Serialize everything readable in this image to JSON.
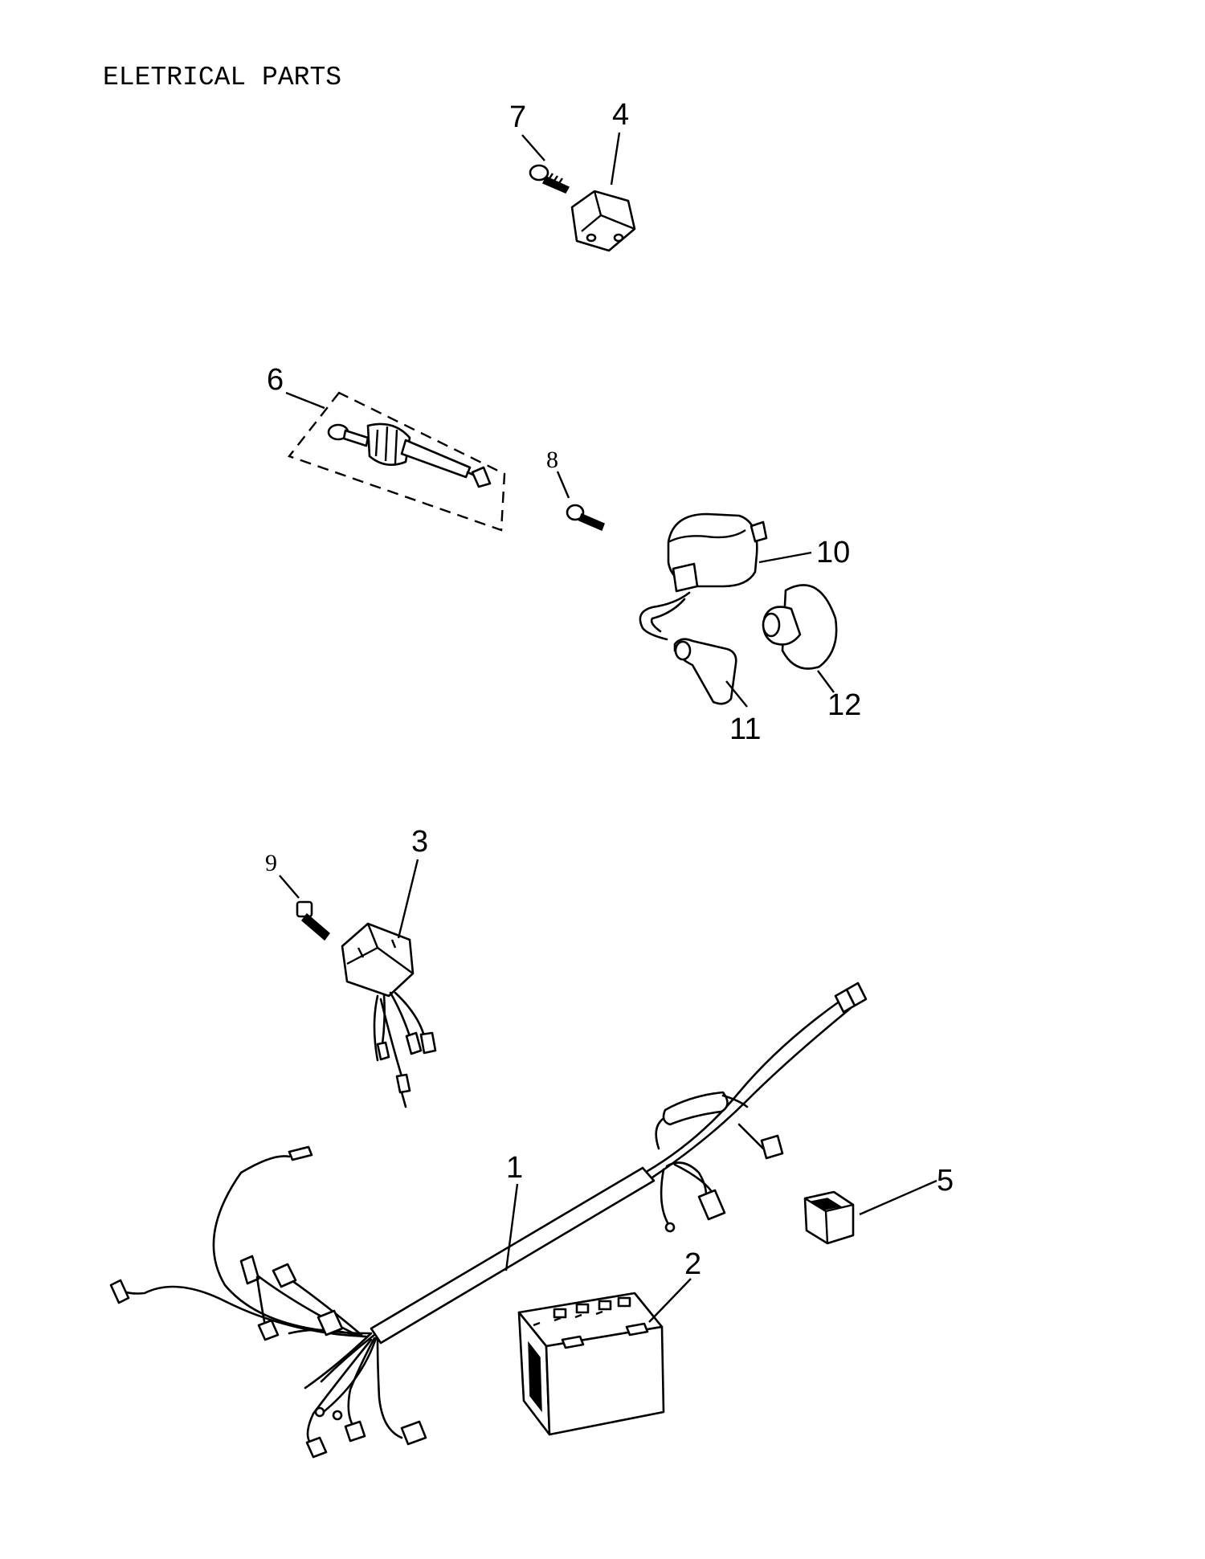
{
  "title": "ELETRICAL PARTS",
  "callouts": {
    "c1": "1",
    "c2": "2",
    "c3": "3",
    "c4": "4",
    "c5": "5",
    "c6": "6",
    "c7": "7",
    "c8": "8",
    "c9": "9",
    "c10": "10",
    "c11": "11",
    "c12": "12"
  }
}
